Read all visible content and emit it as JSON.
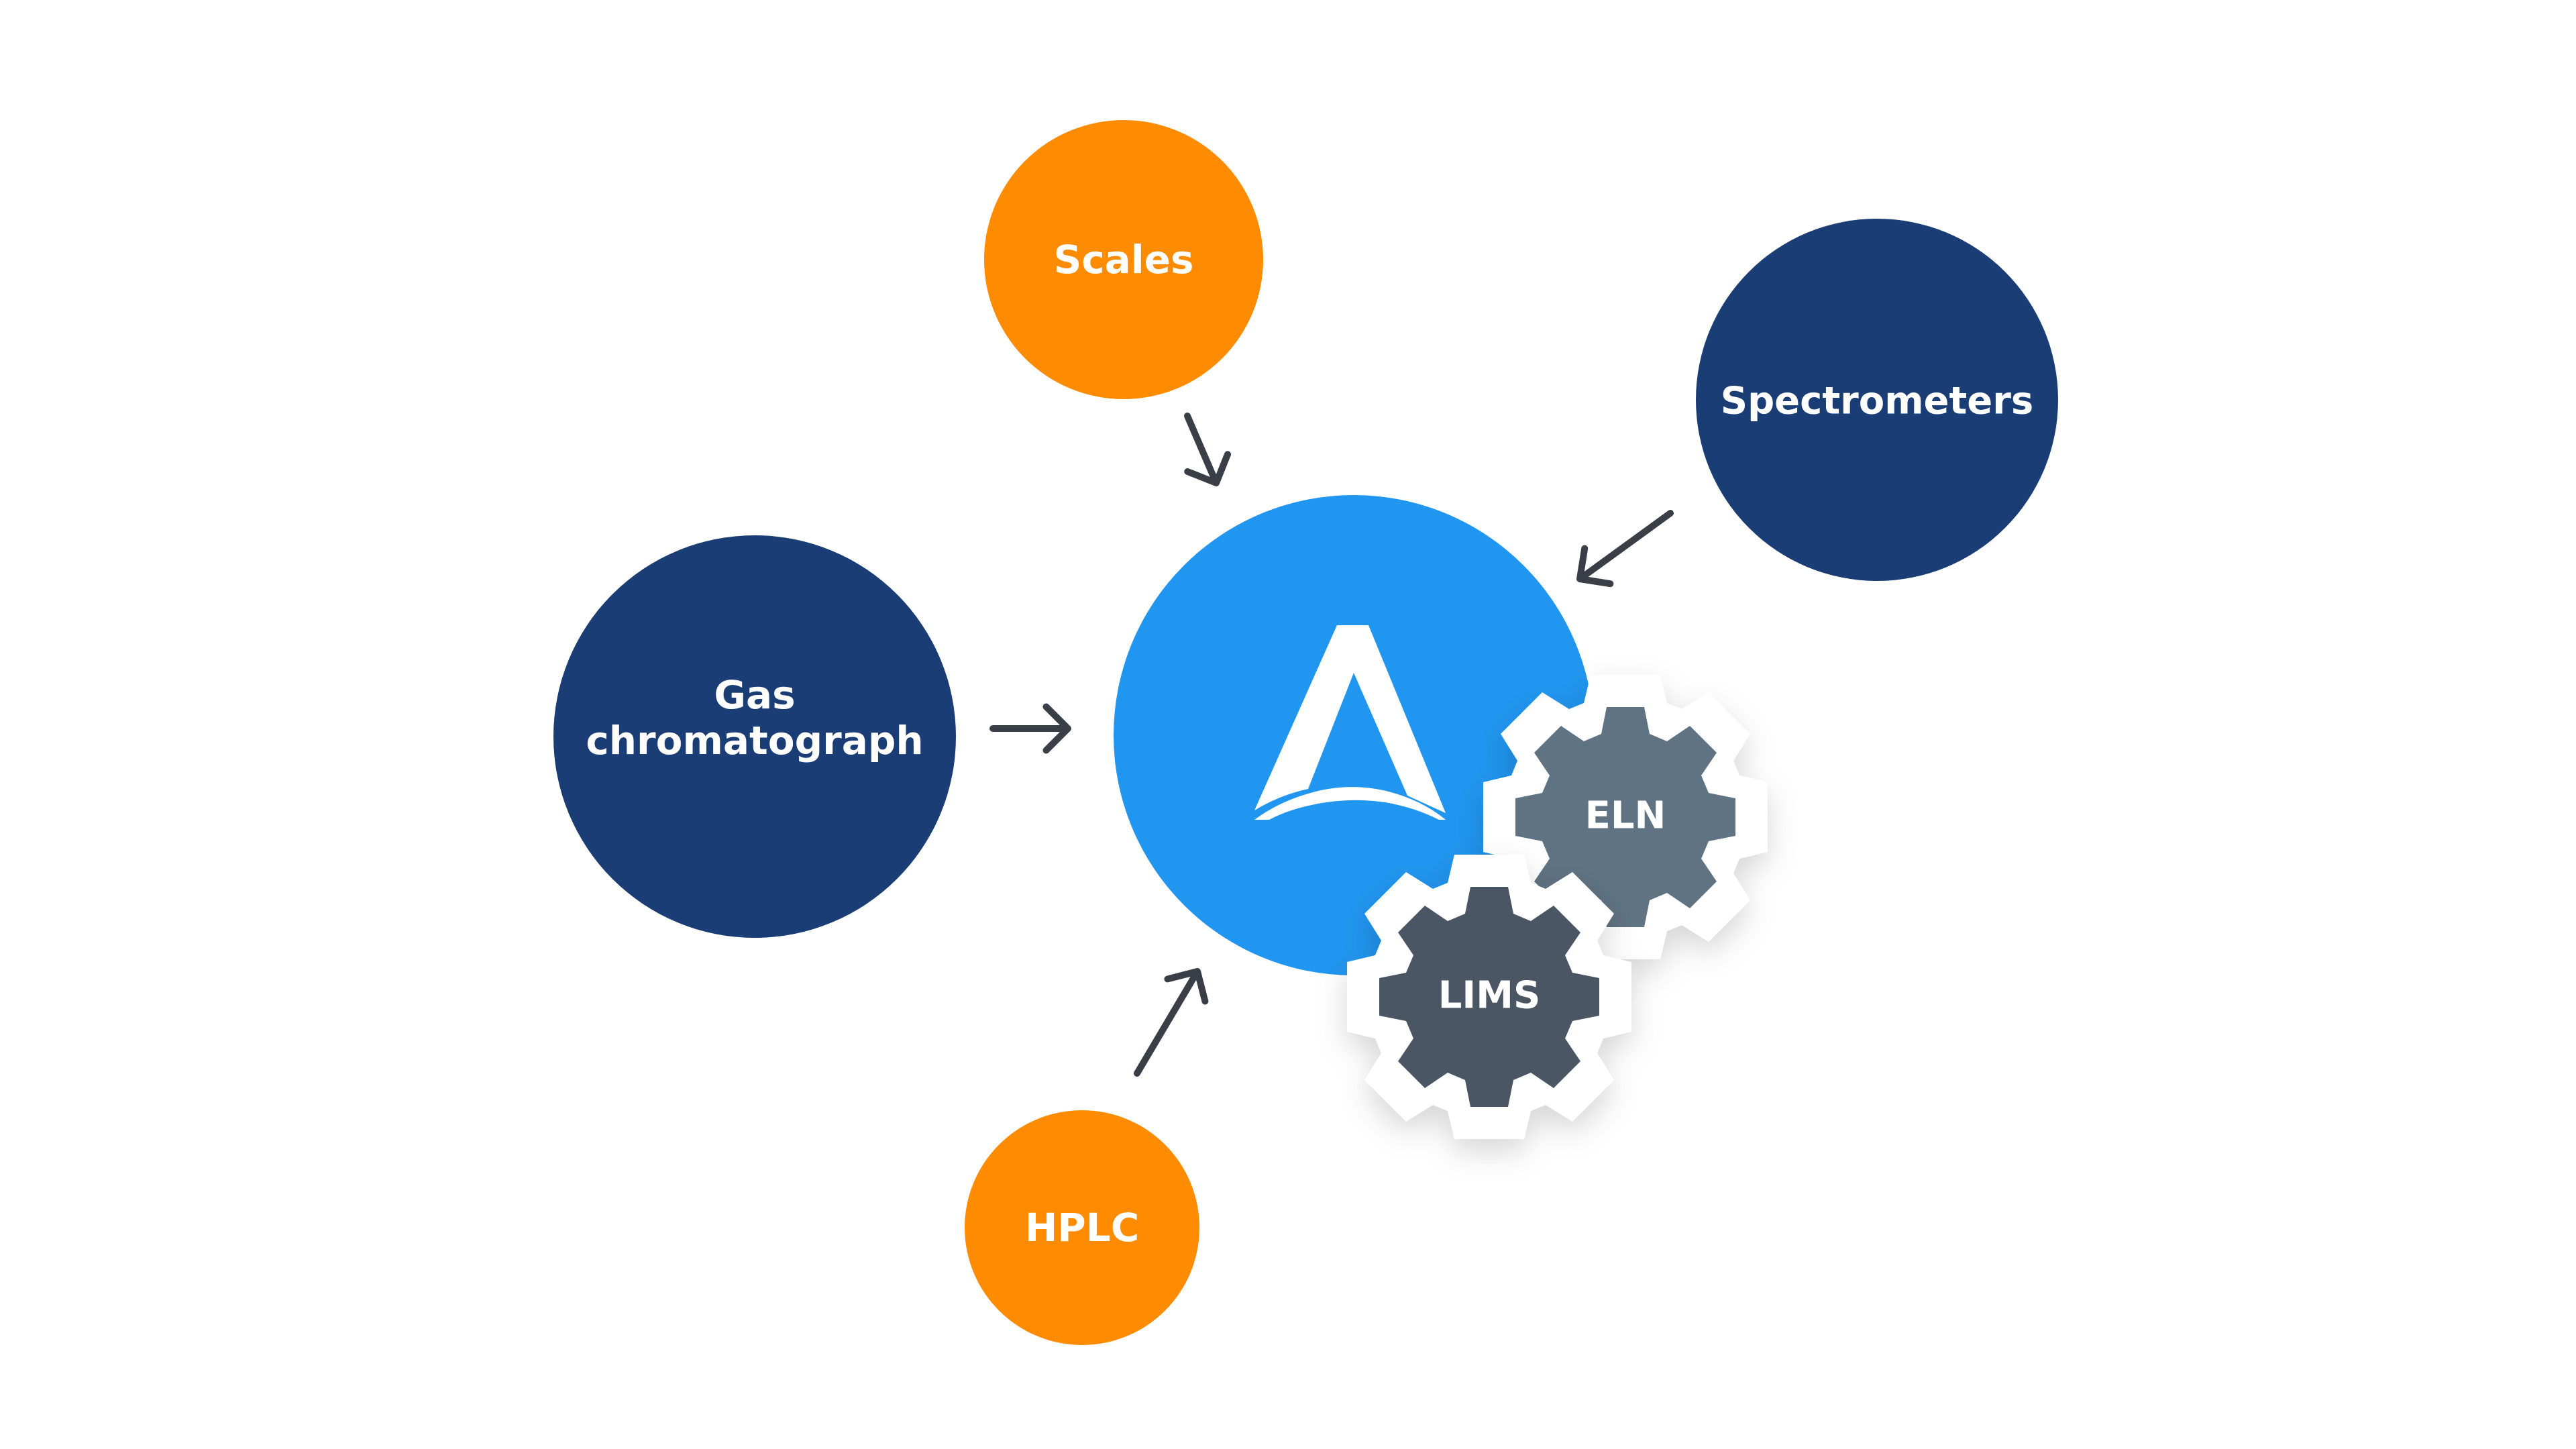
{
  "nodes": {
    "scales": "Scales",
    "spectrometers": "Spectrometers",
    "gas_chromatograph_line1": "Gas",
    "gas_chromatograph_line2": "chromatograph",
    "hplc": "HPLC"
  },
  "integrations": {
    "eln": "ELN",
    "lims": "LIMS"
  },
  "center": {
    "logo_icon": "stylized-A-logo-icon"
  },
  "colors": {
    "orange": "#FF8C00",
    "navy": "#1A3D75",
    "center_blue": "#2196F0",
    "gear_light": "#607383",
    "gear_dark": "#4A5663",
    "arrow": "#3A3F47"
  }
}
